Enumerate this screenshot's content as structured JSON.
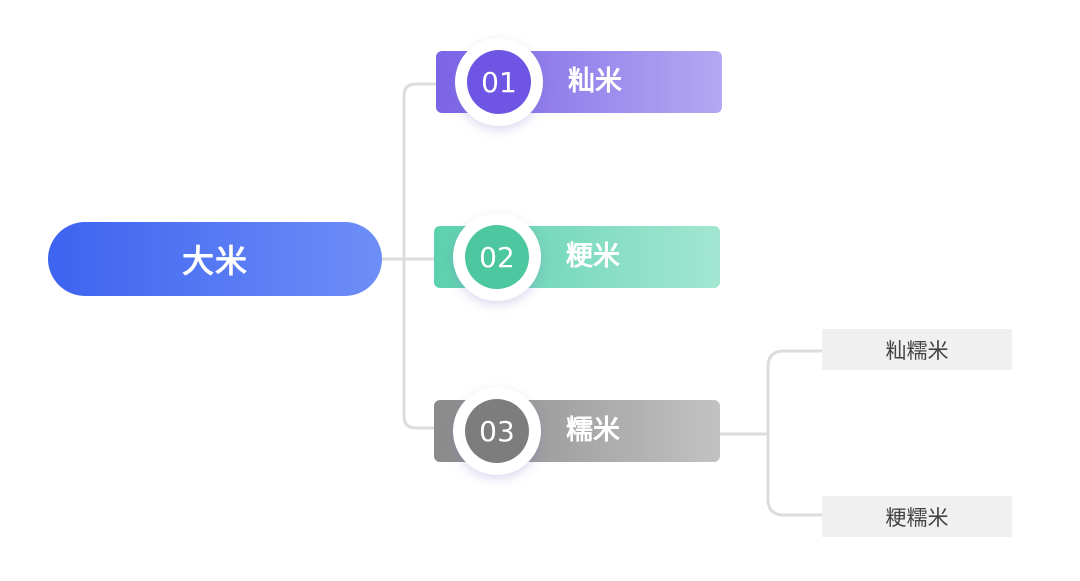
{
  "root": {
    "label": "大米"
  },
  "branches": [
    {
      "number": "01",
      "label": "籼米",
      "color": "#6f55e3"
    },
    {
      "number": "02",
      "label": "粳米",
      "color": "#4cc7a0"
    },
    {
      "number": "03",
      "label": "糯米",
      "color": "#7d7d7d"
    }
  ],
  "sub_branches": [
    {
      "label": "籼糯米"
    },
    {
      "label": "粳糯米"
    }
  ]
}
